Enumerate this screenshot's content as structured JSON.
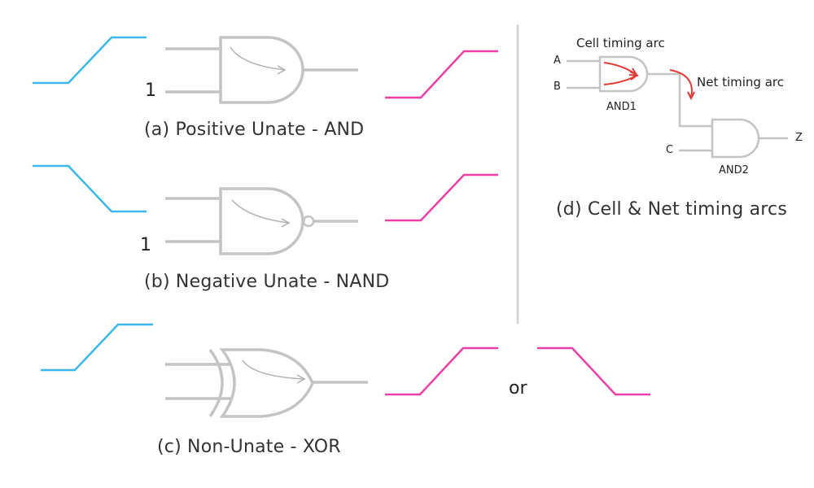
{
  "captions": {
    "a": "(a) Positive Unate - AND",
    "b": "(b) Negative Unate - NAND",
    "c": "(c) Non-Unate - XOR",
    "d": "(d) Cell & Net timing arcs"
  },
  "pin_one": "1",
  "or_text": "or",
  "panel_d": {
    "cell_arc_label": "Cell timing arc",
    "net_arc_label": "Net timing arc",
    "inputs": [
      "A",
      "B",
      "C"
    ],
    "output": "Z",
    "gates": [
      "AND1",
      "AND2"
    ]
  },
  "colors": {
    "input_waveform": "#3bb7ea",
    "output_waveform": "#ea3fa5",
    "gate": "#bdbdbd",
    "arc_arrow": "#e53935",
    "text": "#333333"
  }
}
